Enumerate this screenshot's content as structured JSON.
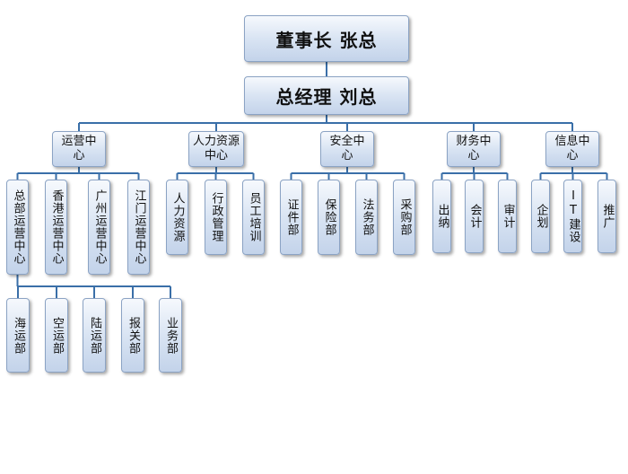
{
  "nodes": [
    {
      "id": "chairman",
      "label": "董事长 张总"
    },
    {
      "id": "gm",
      "label": "总经理 刘总"
    },
    {
      "id": "ops",
      "label": "运营中心"
    },
    {
      "id": "hr",
      "label": "人力资源中心"
    },
    {
      "id": "safety",
      "label": "安全中心"
    },
    {
      "id": "finance",
      "label": "财务中心"
    },
    {
      "id": "info",
      "label": "信息中心"
    },
    {
      "id": "ops_hq",
      "label": "总部运营中心"
    },
    {
      "id": "ops_hk",
      "label": "香港运营中心"
    },
    {
      "id": "ops_gz",
      "label": "广州运营中心"
    },
    {
      "id": "ops_jm",
      "label": "江门运营中心"
    },
    {
      "id": "hr_res",
      "label": "人力资源"
    },
    {
      "id": "hr_admin",
      "label": "行政管理"
    },
    {
      "id": "hr_train",
      "label": "员工培训"
    },
    {
      "id": "sf_cert",
      "label": "证件部"
    },
    {
      "id": "sf_ins",
      "label": "保险部"
    },
    {
      "id": "sf_legal",
      "label": "法务部"
    },
    {
      "id": "sf_purch",
      "label": "采购部"
    },
    {
      "id": "fn_cash",
      "label": "出纳"
    },
    {
      "id": "fn_acct",
      "label": "会计"
    },
    {
      "id": "fn_audit",
      "label": "审计"
    },
    {
      "id": "in_plan",
      "label": "企划"
    },
    {
      "id": "in_it",
      "label": "IT建设"
    },
    {
      "id": "in_promo",
      "label": "推广"
    },
    {
      "id": "sea",
      "label": "海运部"
    },
    {
      "id": "air",
      "label": "空运部"
    },
    {
      "id": "land",
      "label": "陆运部"
    },
    {
      "id": "customs",
      "label": "报关部"
    },
    {
      "id": "biz",
      "label": "业务部"
    }
  ],
  "edges": [
    [
      "chairman",
      "gm"
    ],
    [
      "gm",
      "ops"
    ],
    [
      "gm",
      "hr"
    ],
    [
      "gm",
      "safety"
    ],
    [
      "gm",
      "finance"
    ],
    [
      "gm",
      "info"
    ],
    [
      "ops",
      "ops_hq"
    ],
    [
      "ops",
      "ops_hk"
    ],
    [
      "ops",
      "ops_gz"
    ],
    [
      "ops",
      "ops_jm"
    ],
    [
      "hr",
      "hr_res"
    ],
    [
      "hr",
      "hr_admin"
    ],
    [
      "hr",
      "hr_train"
    ],
    [
      "safety",
      "sf_cert"
    ],
    [
      "safety",
      "sf_ins"
    ],
    [
      "safety",
      "sf_legal"
    ],
    [
      "safety",
      "sf_purch"
    ],
    [
      "finance",
      "fn_cash"
    ],
    [
      "finance",
      "fn_acct"
    ],
    [
      "finance",
      "fn_audit"
    ],
    [
      "info",
      "in_plan"
    ],
    [
      "info",
      "in_it"
    ],
    [
      "info",
      "in_promo"
    ],
    [
      "ops_hq",
      "sea"
    ],
    [
      "ops_hq",
      "air"
    ],
    [
      "ops_hq",
      "land"
    ],
    [
      "ops_hq",
      "customs"
    ],
    [
      "ops_hq",
      "biz"
    ]
  ],
  "colors": {
    "line": "#3a6fa8",
    "box_border": "#8ba3c4",
    "box_top": "#f6f9fd",
    "box_bottom": "#c3d3ea"
  }
}
